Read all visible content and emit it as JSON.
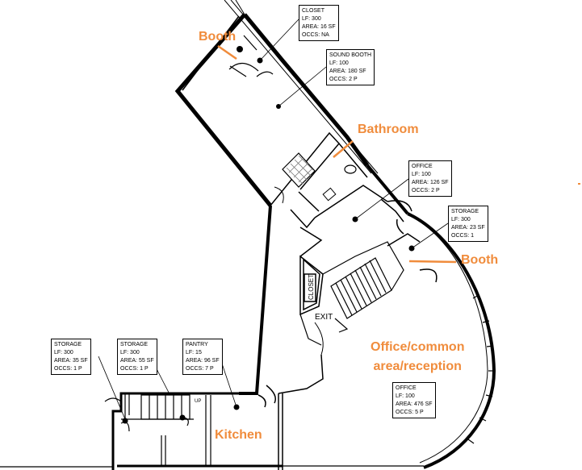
{
  "room_tags": [
    {
      "id": "closet-top",
      "lines": [
        "CLOSET",
        "LF: 300",
        "AREA: 16 SF",
        "OCCS: NA"
      ]
    },
    {
      "id": "sound-booth",
      "lines": [
        "SOUND BOOTH",
        "LF: 100",
        "AREA: 180 SF",
        "OCCS: 2 P"
      ]
    },
    {
      "id": "office-right",
      "lines": [
        "OFFICE",
        "LF: 100",
        "AREA: 126 SF",
        "OCCS: 2 P"
      ]
    },
    {
      "id": "storage-right",
      "lines": [
        "STORAGE",
        "LF: 300",
        "AREA: 23 SF",
        "OCCS: 1"
      ]
    },
    {
      "id": "storage-left-1",
      "lines": [
        "STORAGE",
        "LF: 300",
        "AREA: 35 SF",
        "OCCS: 1 P"
      ]
    },
    {
      "id": "storage-left-2",
      "lines": [
        "STORAGE",
        "LF: 300",
        "AREA: 55 SF",
        "OCCS: 1 P"
      ]
    },
    {
      "id": "pantry",
      "lines": [
        "PANTRY",
        "LF: 15",
        "AREA: 96 SF",
        "OCCS: 7 P"
      ]
    },
    {
      "id": "office-bottom",
      "lines": [
        "OFFICE",
        "LF: 100",
        "AREA: 476 SF",
        "OCCS: 5 P"
      ]
    }
  ],
  "annotations": {
    "booth_top": "Booth",
    "bathroom": "Bathroom",
    "booth_right": "Booth",
    "office_common_1": "Office/common",
    "office_common_2": "area/reception",
    "kitchen": "Kitchen"
  },
  "plan_labels": {
    "exit": "EXIT",
    "up": "UP",
    "closet_vertical": "CLOSET"
  },
  "colors": {
    "annotation": "#f08c3c",
    "wall": "#000000",
    "hatch": "#777777"
  }
}
